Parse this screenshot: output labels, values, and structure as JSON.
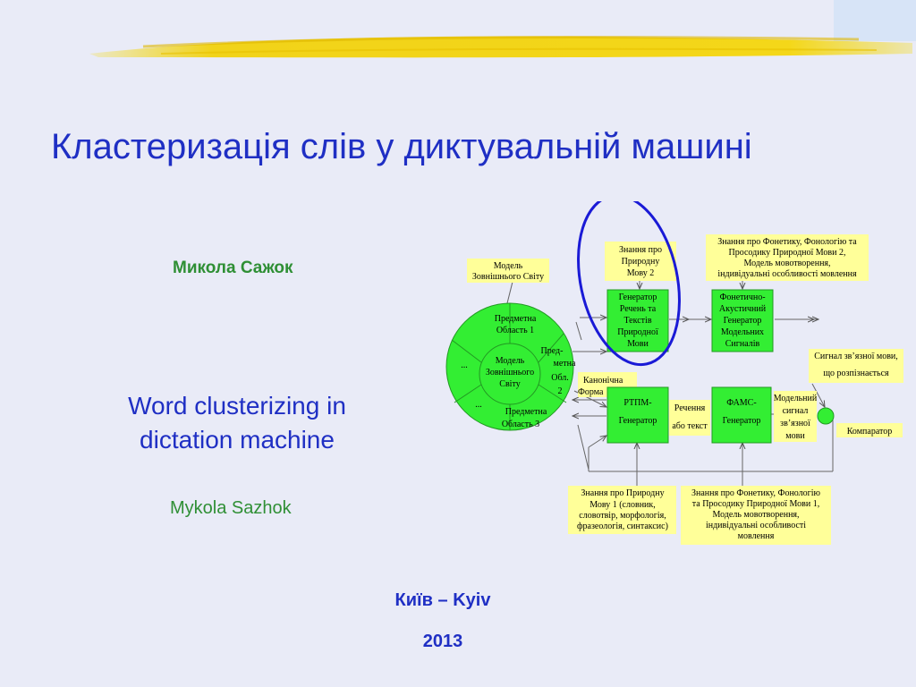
{
  "slide": {
    "title": "Кластеризація слів у диктувальній машині",
    "author_ua": "Микола Сажок",
    "subtitle_en": [
      "Word clusterizing in",
      "dictation machine"
    ],
    "author_en": "Mykola Sazhok",
    "city": "Київ – Kyiv",
    "year": "2013"
  },
  "diagram": {
    "world_model_label": [
      "Модель",
      "Зовнішнього Світу"
    ],
    "circle": {
      "center": [
        "Модель",
        "Зовнішнього",
        "Світу"
      ],
      "area1": [
        "Предметна",
        "Область 1"
      ],
      "area2": [
        "Пред-",
        "метна",
        "Обл.",
        "2"
      ],
      "area3": [
        "Предметна",
        "Область 3"
      ],
      "dots_left": "...",
      "dots_bottom": "..."
    },
    "knowledge_lang2": [
      "Знання про",
      "Природну",
      "Мову 2"
    ],
    "knowledge_phon2": [
      "Знання про Фонетику, Фонологію та",
      "Просодику Природної Мови 2,",
      "Модель мовотворення,",
      "індивідуальні особливості мовлення"
    ],
    "generator_box": [
      "Генератор",
      "Речень та",
      "Текстів",
      "Природної",
      "Мови"
    ],
    "phonetic_box": [
      "Фонетично-",
      "Акустичний",
      "Генератор",
      "Модельних",
      "Сигналів"
    ],
    "canonical_form": [
      "Канонічна",
      "Форма"
    ],
    "rtpm_box": [
      "РТПМ-",
      "Генератор"
    ],
    "sentences_label": [
      "Речення",
      "або текст"
    ],
    "fams_box": [
      "ФАМС-",
      "Генератор"
    ],
    "model_signal_label": [
      "Модельний",
      "сигнал",
      "зв’язної",
      "мови"
    ],
    "signal_label": [
      "Сигнал зв’язної мови,",
      "що розпізнається"
    ],
    "comparator_label": "Компаратор",
    "knowledge_lang1": [
      "Знання про  Природну",
      "Мову 1 (словник,",
      "словотвір, морфологія,",
      "фразеологія, синтаксис)"
    ],
    "knowledge_phon1": [
      "Знання про Фонетику, Фонологію",
      "та Просодику Природної Мови 1,",
      "Модель мовотворення,",
      "індивідуальні особливості",
      "мовлення"
    ],
    "colors": {
      "green": "#33ee33",
      "yellow": "#ffff99",
      "blue_ellipse": "#1a1ad6",
      "title_blue": "#1f2fc4",
      "author_green": "#2f8f35"
    }
  }
}
